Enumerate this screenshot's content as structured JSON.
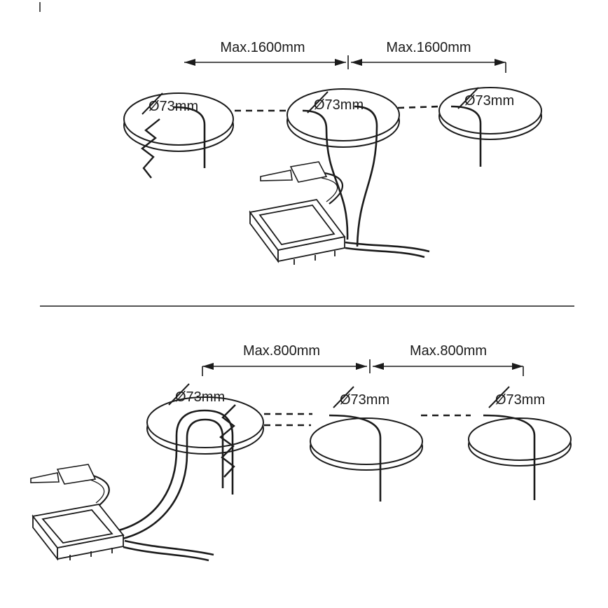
{
  "colors": {
    "background": "#ffffff",
    "ink": "#1b1b1b"
  },
  "top_diagram": {
    "dim_labels": [
      "Max.1600mm",
      "Max.1600mm"
    ],
    "hole_labels": [
      "Ø73mm",
      "Ø73mm",
      "Ø73mm"
    ]
  },
  "bottom_diagram": {
    "dim_labels": [
      "Max.800mm",
      "Max.800mm"
    ],
    "hole_labels": [
      "Ø73mm",
      "Ø73mm",
      "Ø73mm"
    ]
  }
}
